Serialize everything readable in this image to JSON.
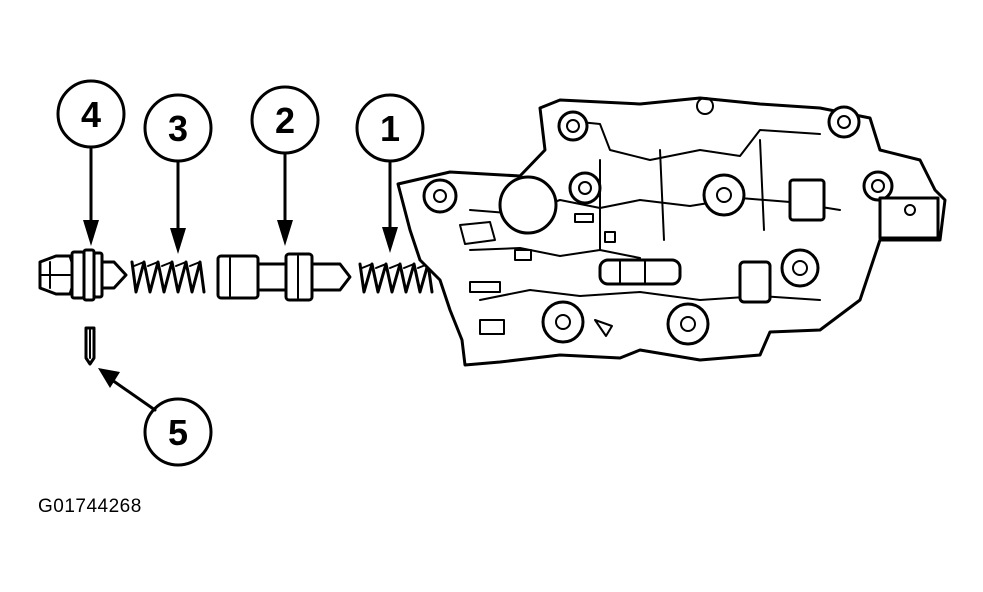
{
  "callouts": [
    {
      "id": "4",
      "label": "4"
    },
    {
      "id": "3",
      "label": "3"
    },
    {
      "id": "2",
      "label": "2"
    },
    {
      "id": "1",
      "label": "1"
    },
    {
      "id": "5",
      "label": "5"
    }
  ],
  "figure_id": "G01744268"
}
